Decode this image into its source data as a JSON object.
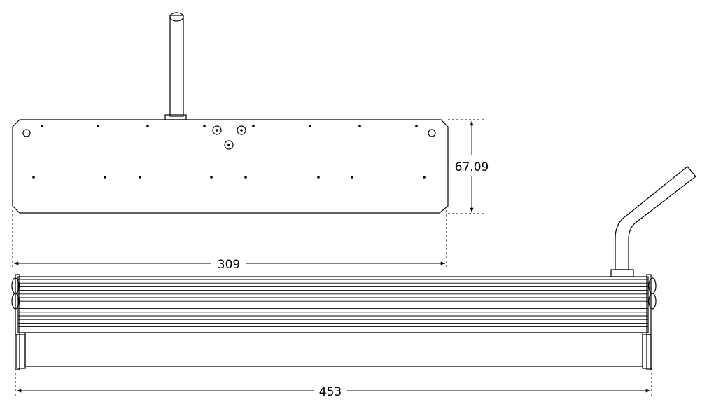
{
  "dimensions": {
    "height_label": "67.09",
    "top_width_label": "309",
    "bottom_width_label": "453"
  }
}
